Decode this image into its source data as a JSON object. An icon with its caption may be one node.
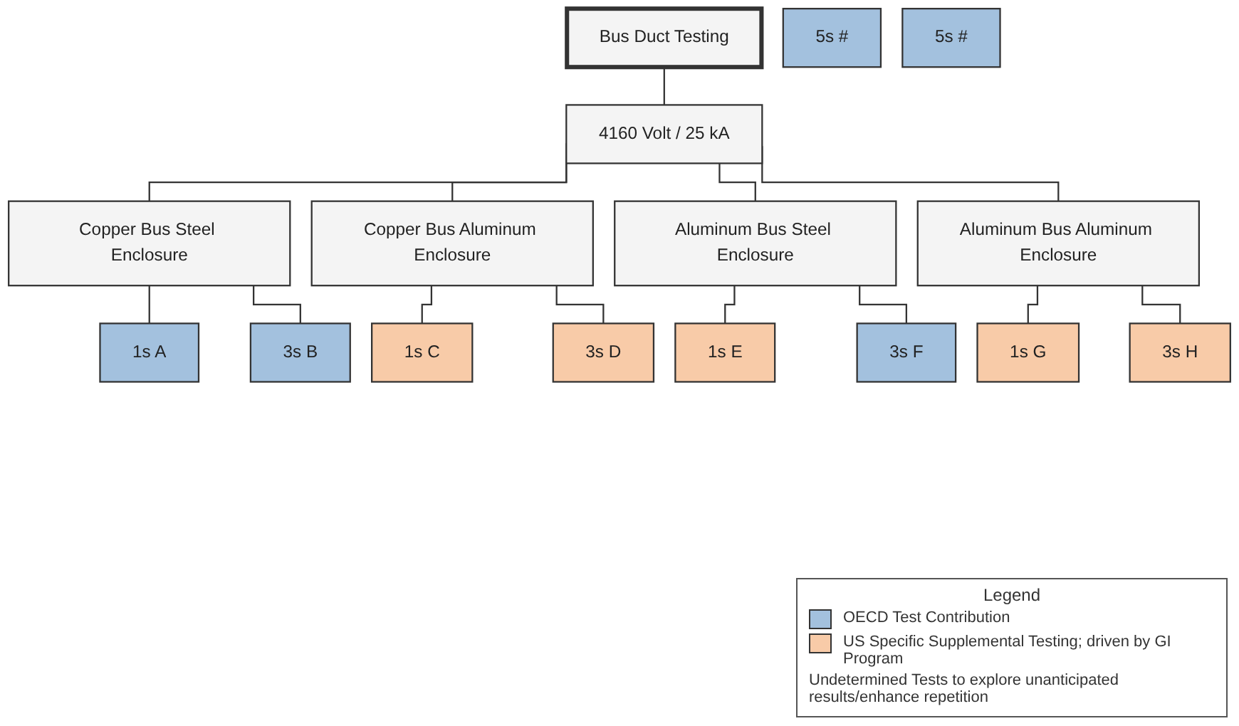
{
  "diagram": {
    "nodes": [
      {
        "text": [
          "Bus Duct Testing"
        ]
      },
      {
        "text": [
          "4160 Volt / 25 kA"
        ]
      },
      {
        "text": [
          "Copper Bus Steel Enclosure"
        ]
      },
      {
        "text": [
          "Copper Bus Aluminum Enclosure"
        ]
      },
      {
        "text": [
          "Aluminum Bus Steel Enclosure"
        ]
      },
      {
        "text": [
          "Aluminum Bus Aluminum Enclosure"
        ]
      },
      {
        "text": [
          "1s A"
        ]
      },
      {
        "text": [
          "3s B"
        ]
      },
      {
        "text": [
          "1s C"
        ]
      },
      {
        "text": [
          "3s D"
        ]
      },
      {
        "text": [
          "1s E"
        ]
      },
      {
        "text": [
          "3s F"
        ]
      },
      {
        "text": [
          "1s G"
        ]
      },
      {
        "text": [
          "3s H"
        ]
      },
      {
        "text": [
          "5s #"
        ]
      },
      {
        "text": [
          "5s #"
        ]
      }
    ],
    "edges": [
      {
        "from": 0,
        "to": 1,
        "arrow": "none"
      },
      {
        "from": 1,
        "to": 2,
        "arrow": "none"
      },
      {
        "from": 1,
        "to": 3,
        "arrow": "none"
      },
      {
        "from": 1,
        "to": 4,
        "arrow": "none"
      },
      {
        "from": 1,
        "to": 5,
        "arrow": "none"
      },
      {
        "from": 2,
        "to": 6,
        "arrow": "none"
      },
      {
        "from": 2,
        "to": 7,
        "arrow": "none"
      },
      {
        "from": 3,
        "to": 8,
        "arrow": "none"
      },
      {
        "from": 3,
        "to": 9,
        "arrow": "none"
      },
      {
        "from": 4,
        "to": 10,
        "arrow": "none"
      },
      {
        "from": 4,
        "to": 11,
        "arrow": "none"
      },
      {
        "from": 5,
        "to": 12,
        "arrow": "none"
      },
      {
        "from": 5,
        "to": 13,
        "arrow": "none"
      }
    ],
    "labels": [
      "Legend"
    ],
    "legend": [
      {
        "text": "OECD Test Contribution",
        "color": "#a3c1de"
      },
      {
        "text": "US Specific Supplemental Testing; driven by GI Program",
        "color": "#f8cba8"
      },
      {
        "text": "Undetermined Tests to explore unanticipated results/enhance repetition"
      }
    ]
  }
}
